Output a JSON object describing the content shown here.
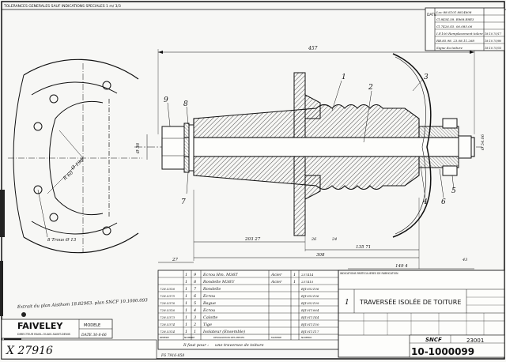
{
  "header": {
    "general_note": "TOLERANCES GENERALES SAUF INDICATIONS SPECIALES 1 m/ 3/3"
  },
  "revision_table": {
    "label": "DATE",
    "rows": [
      {
        "text": "Loc 88.S101.8824608",
        "date": ""
      },
      {
        "text": "Cl.8454.58. E868.E8E3",
        "date": ""
      },
      {
        "text": "Cl.7426.S5. 06.085.06",
        "date": ""
      },
      {
        "text": "I.F.100 Remplacement tolere",
        "date": "18.10.70/17"
      },
      {
        "text": "RB.85.98. 23.08.11.268",
        "date": "18.10.70/80"
      },
      {
        "text": "Signe du toiture",
        "date": "18.10.70/55"
      }
    ]
  },
  "dimensions": {
    "overall_length": "457",
    "diameter_label": "Ø 36",
    "bore_label": "Ø 54.06",
    "left_offset": "27",
    "length_308": "308",
    "length_135": "135 71",
    "length_149": "149 4",
    "length_203": "203 27",
    "small_26": "26",
    "small_24": "24",
    "small_43": "43",
    "circle_label": "8 Trous Ø 13",
    "inner_radius": "R 60",
    "outer_radius": "Ø 190"
  },
  "balloons": [
    "1",
    "2",
    "3",
    "4",
    "5",
    "6",
    "7",
    "8",
    "9"
  ],
  "nomenclature": {
    "rows": [
      {
        "ref": "",
        "item": "9",
        "qty": "1",
        "designation": "Ecrou Hm. M36T",
        "material": "Acier",
        "qty2": "1",
        "code": "237414"
      },
      {
        "ref": "",
        "item": "8",
        "qty": "1",
        "designation": "Rondelle M36U",
        "material": "Acier",
        "qty2": "1",
        "code": "237415"
      },
      {
        "ref": "728.5316",
        "item": "7",
        "qty": "1",
        "designation": "Rondelle",
        "material": "",
        "qty2": "",
        "code": "BJ1052106"
      },
      {
        "ref": "728.5375",
        "item": "6",
        "qty": "1",
        "designation": "Ecrou",
        "material": "",
        "qty2": "",
        "code": "BJ1052106"
      },
      {
        "ref": "728.5376",
        "item": "5",
        "qty": "1",
        "designation": "Bague",
        "material": "",
        "qty2": "",
        "code": "BJ1052109"
      },
      {
        "ref": "728.5316",
        "item": "4",
        "qty": "1",
        "designation": "Ecrou",
        "material": "",
        "qty2": "",
        "code": "BJ1011064"
      },
      {
        "ref": "728.5373",
        "item": "3",
        "qty": "1",
        "designation": "Calotte",
        "material": "",
        "qty2": "",
        "code": "BJ1011144"
      },
      {
        "ref": "728.5374",
        "item": "2",
        "qty": "1",
        "designation": "Tige",
        "material": "",
        "qty2": "",
        "code": "BJ1011150"
      },
      {
        "ref": "728.5314",
        "item": "1",
        "qty": "1",
        "designation": "Isolateur (Ensemble)",
        "material": "",
        "qty2": "",
        "code": "BJ1011117"
      }
    ],
    "footer_label": "Il faut pour :",
    "footer_value": "une traversee de toiture",
    "header_cols": [
      "REPERE",
      "NOMBRE",
      "DESIGNATION DES PIECES",
      "MATIERE",
      "NUMERO"
    ]
  },
  "title_block": {
    "indications": "INDICATIONS PARTICULIERES DE FABRICATION",
    "title": "TRAVERSÉE ISOLÉE DE TOITURE",
    "scale": "1",
    "company": "SNCF",
    "number_small": "23001",
    "drawing_number": "10-1000099"
  },
  "bottom_left": {
    "note": "Extrait du plan Aisthom 18.82963. plan SNCF 10.1000.093",
    "company": "FAIVELEY",
    "company_sub": "DIRECTEUR RAVIL-OUAIS-SAINT-DENIS",
    "model": "MODELE",
    "date": "DATE 30-8-66",
    "big_number": "X 27916",
    "stamp": "FS 7916-858"
  }
}
